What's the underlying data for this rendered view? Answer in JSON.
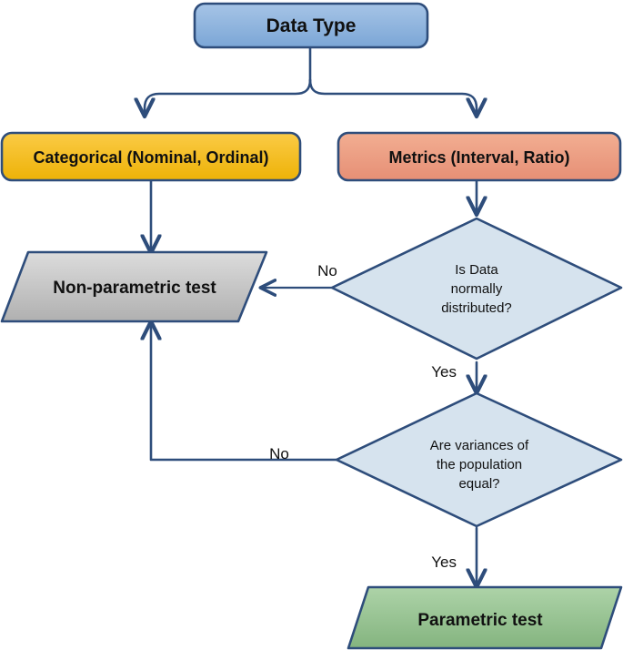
{
  "diagram": {
    "title": "Data Type",
    "type": "flowchart",
    "background": "#ffffff"
  },
  "colors": {
    "stroke": "#2E4D7B",
    "blue_fill_top": "#9FC0E4",
    "blue_fill_bottom": "#7FA9D8",
    "yellow_fill_top": "#FAC83C",
    "yellow_fill_bottom": "#EFB50A",
    "salmon_fill_top": "#F0A88A",
    "salmon_fill_bottom": "#E8937A",
    "gray_fill_top": "#D6D6D6",
    "gray_fill_bottom": "#B4B4B4",
    "green_fill_top": "#A7CFA2",
    "green_fill_bottom": "#87B783",
    "diamond_fill": "#D6E3EE",
    "text": "#111111"
  },
  "nodes": {
    "root": {
      "id": "data-type",
      "label": "Data Type",
      "shape": "rounded-rect"
    },
    "categorical": {
      "id": "categorical",
      "label": "Categorical (Nominal, Ordinal)",
      "shape": "rounded-rect"
    },
    "metrics": {
      "id": "metrics",
      "label": "Metrics (Interval, Ratio)",
      "shape": "rounded-rect"
    },
    "nonparametric": {
      "id": "non-parametric-test",
      "label": "Non-parametric test",
      "shape": "parallelogram"
    },
    "parametric": {
      "id": "parametric-test",
      "label": "Parametric test",
      "shape": "parallelogram"
    },
    "decision_normal": {
      "id": "is-data-normally-distributed",
      "shape": "diamond",
      "line1": "Is Data",
      "line2": "normally",
      "line3": "distributed?"
    },
    "decision_variance": {
      "id": "are-variances-equal",
      "shape": "diamond",
      "line1": "Are variances of",
      "line2": "the population",
      "line3": "equal?"
    }
  },
  "edges": {
    "normal_no": "No",
    "normal_yes": "Yes",
    "variance_no": "No",
    "variance_yes": "Yes"
  }
}
